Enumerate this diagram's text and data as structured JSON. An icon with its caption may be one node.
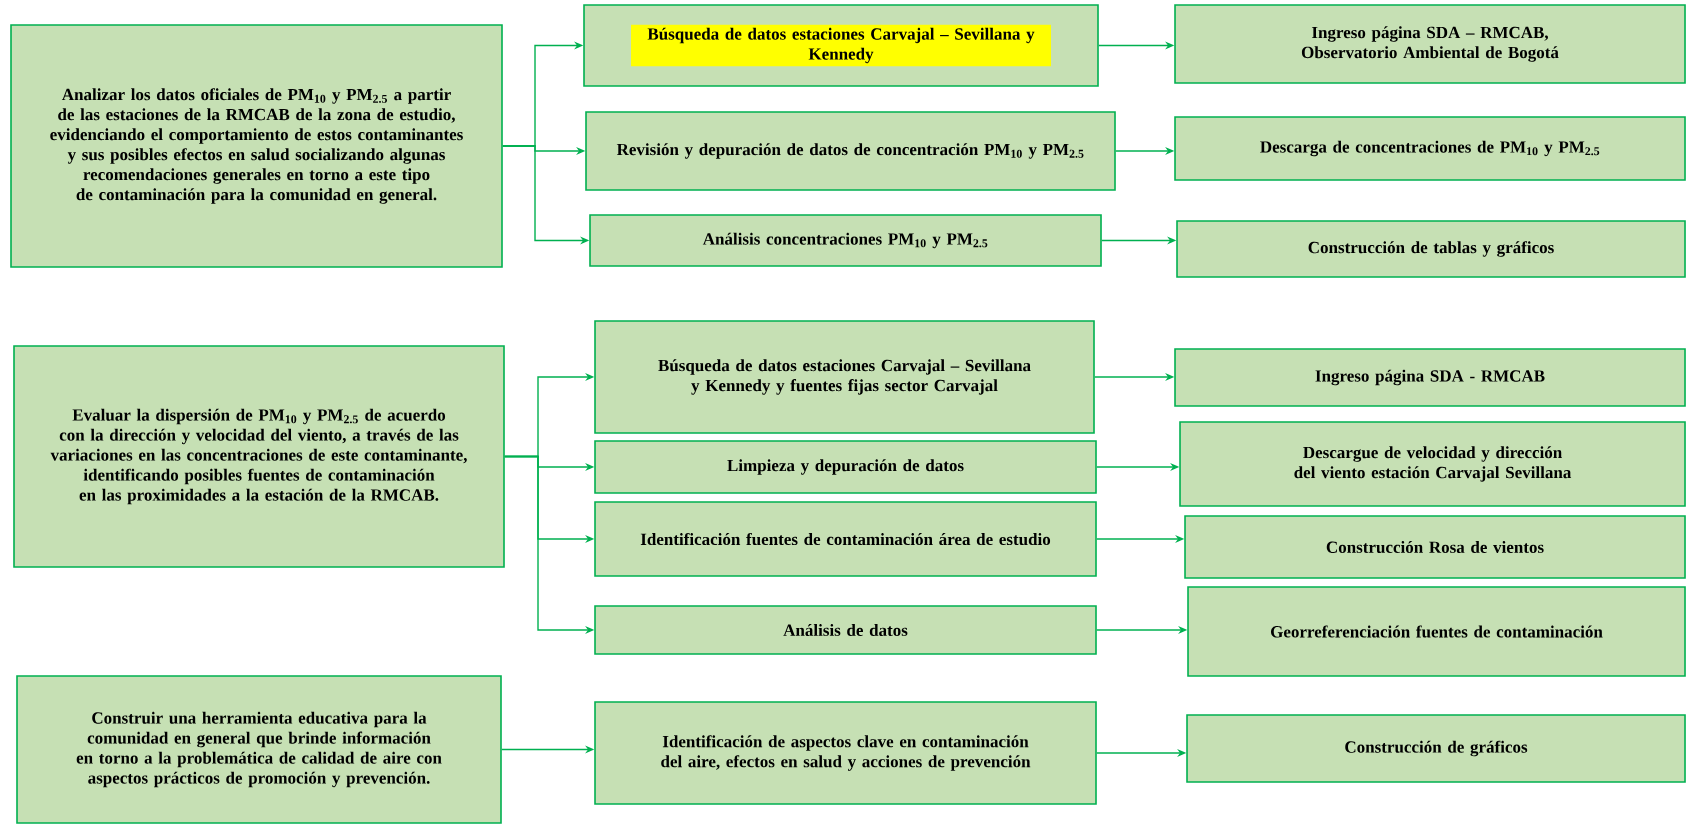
{
  "diagram": {
    "nodes": [
      {
        "text": [
          "Analizar los datos oficiales de PM$_{10}$ y PM$_{2.5}$ a partir de las estaciones de la RMCAB de la zona de estudio, evidenciando el comportamiento de estos contaminantes y sus posibles efectos en salud socializando algunas recomendaciones generales en torno a este tipo de contaminación para la comunidad en general."
        ]
      },
      {
        "text": [
          "Búsqueda de datos estaciones Carvajal – Sevillana y Kennedy"
        ]
      },
      {
        "text": [
          "Ingreso página SDA – RMCAB, Observatorio Ambiental de Bogotá"
        ]
      },
      {
        "text": [
          "Revisión y depuración de datos de concentración PM$_{10}$ y PM$_{2.5}$"
        ]
      },
      {
        "text": [
          "Descarga de concentraciones de PM$_{10}$ y PM$_{2.5}$"
        ]
      },
      {
        "text": [
          "Análisis concentraciones PM$_{10}$ y PM$_{2.5}$"
        ]
      },
      {
        "text": [
          "Construcción de tablas y gráficos"
        ]
      },
      {
        "text": [
          "Evaluar la dispersión de PM$_{10}$ y PM$_{2.5}$ de acuerdo con la dirección y velocidad del viento, a través de las variaciones en las concentraciones de este contaminante, identificando posibles fuentes de contaminación en las proximidades a la estación de la RMCAB."
        ]
      },
      {
        "text": [
          "Búsqueda de datos estaciones Carvajal – Sevillana y Kennedy y fuentes fijas sector Carvajal"
        ]
      },
      {
        "text": [
          "Ingreso página SDA - RMCAB"
        ]
      },
      {
        "text": [
          "Limpieza y depuración de datos"
        ]
      },
      {
        "text": [
          "Descargue de velocidad y dirección del viento estación Carvajal Sevillana"
        ]
      },
      {
        "text": [
          "Identificación fuentes de contaminación área de estudio"
        ]
      },
      {
        "text": [
          "Construcción Rosa de vientos"
        ]
      },
      {
        "text": [
          "Análisis de datos"
        ]
      },
      {
        "text": [
          "Georreferenciación fuentes de contaminación"
        ]
      },
      {
        "text": [
          "Construir una herramienta educativa para la comunidad en general que brinde información en torno a la problemática de calidad de aire con aspectos prácticos de promoción y prevención."
        ]
      },
      {
        "text": [
          "Identificación de aspectos clave en contaminación del aire, efectos en salud y acciones de prevención"
        ]
      },
      {
        "text": [
          "Construcción de gráficos"
        ]
      }
    ],
    "edges": [
      {
        "from": 0,
        "to": 1,
        "arrow": "to"
      },
      {
        "from": 0,
        "to": 3,
        "arrow": "to"
      },
      {
        "from": 0,
        "to": 5,
        "arrow": "to"
      },
      {
        "from": 1,
        "to": 2,
        "arrow": "to"
      },
      {
        "from": 3,
        "to": 4,
        "arrow": "to"
      },
      {
        "from": 5,
        "to": 6,
        "arrow": "to"
      },
      {
        "from": 7,
        "to": 8,
        "arrow": "to"
      },
      {
        "from": 7,
        "to": 10,
        "arrow": "to"
      },
      {
        "from": 7,
        "to": 12,
        "arrow": "to"
      },
      {
        "from": 7,
        "to": 14,
        "arrow": "to"
      },
      {
        "from": 8,
        "to": 9,
        "arrow": "to"
      },
      {
        "from": 10,
        "to": 11,
        "arrow": "to"
      },
      {
        "from": 12,
        "to": 13,
        "arrow": "to"
      },
      {
        "from": 14,
        "to": 15,
        "arrow": "to"
      },
      {
        "from": 16,
        "to": 17,
        "arrow": "to"
      },
      {
        "from": 17,
        "to": 18,
        "arrow": "to"
      }
    ]
  }
}
